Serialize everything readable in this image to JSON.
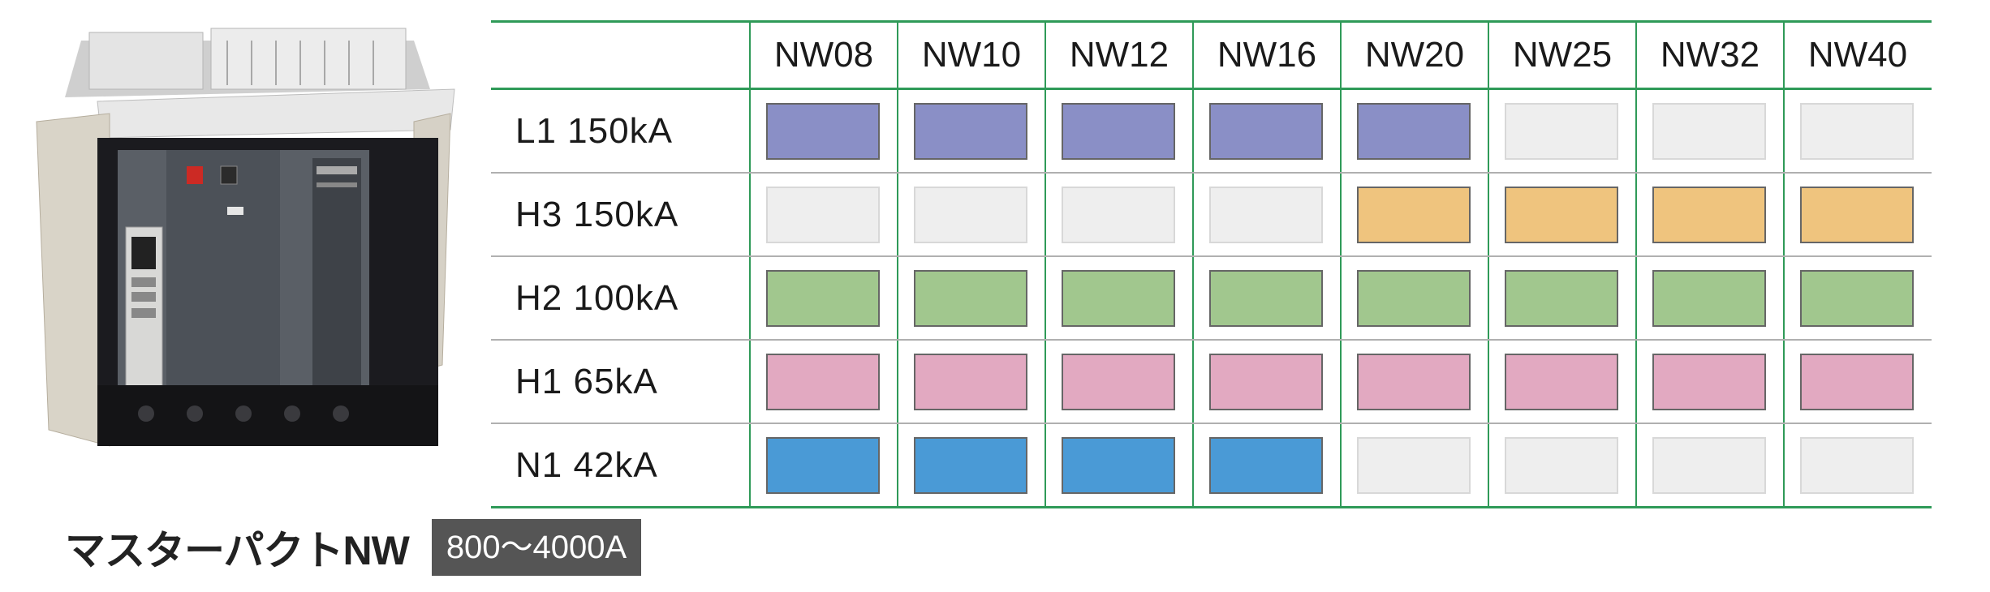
{
  "product": {
    "name": "マスターパクトNW",
    "range": "800〜4000A",
    "photo_icon": "air-circuit-breaker-photo"
  },
  "matrix": {
    "columns": [
      "NW08",
      "NW10",
      "NW12",
      "NW16",
      "NW20",
      "NW25",
      "NW32",
      "NW40"
    ],
    "rows": [
      {
        "id": "L1",
        "label": "L1 150kA",
        "color": "#8a8fc6",
        "available": [
          true,
          true,
          true,
          true,
          true,
          false,
          false,
          false
        ]
      },
      {
        "id": "H3",
        "label": "H3 150kA",
        "color": "#efc47e",
        "available": [
          false,
          false,
          false,
          false,
          true,
          true,
          true,
          true
        ]
      },
      {
        "id": "H2",
        "label": "H2 100kA",
        "color": "#a1c78e",
        "available": [
          true,
          true,
          true,
          true,
          true,
          true,
          true,
          true
        ]
      },
      {
        "id": "H1",
        "label": "H1 65kA",
        "color": "#e2a9c1",
        "available": [
          true,
          true,
          true,
          true,
          true,
          true,
          true,
          true
        ]
      },
      {
        "id": "N1",
        "label": "N1 42kA",
        "color": "#4a9ad6",
        "available": [
          true,
          true,
          true,
          true,
          false,
          false,
          false,
          false
        ]
      }
    ],
    "colors": {
      "grid_line": "#2f9a58",
      "unavailable": "#eeeeee"
    }
  }
}
